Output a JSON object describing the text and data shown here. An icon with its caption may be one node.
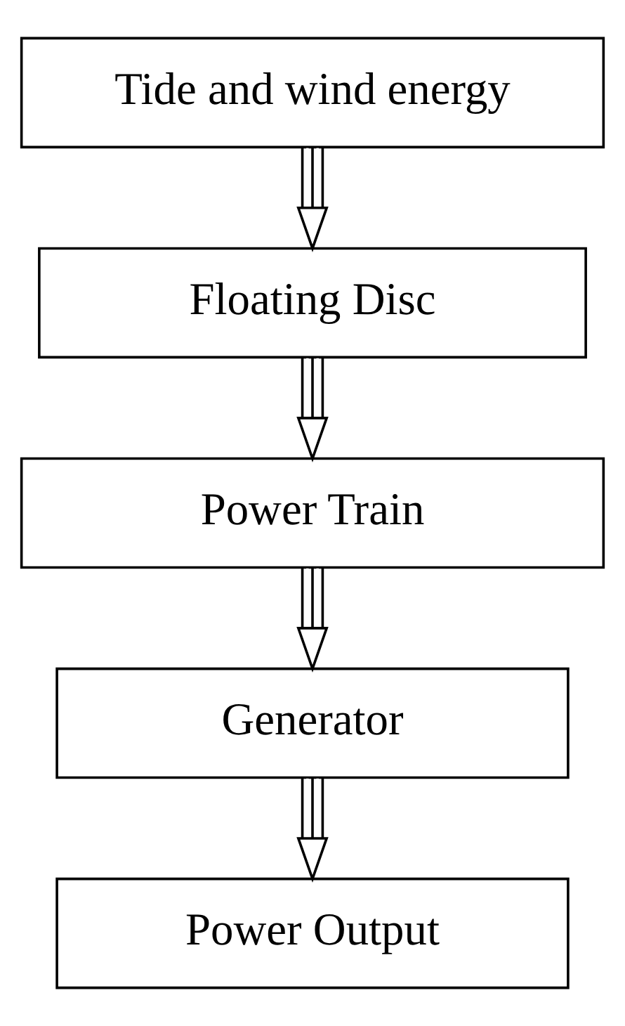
{
  "diagram": {
    "nodes": [
      {
        "text": [
          "Tide and wind energy"
        ]
      },
      {
        "text": [
          "Floating Disc"
        ]
      },
      {
        "text": [
          "Power Train"
        ]
      },
      {
        "text": [
          "Generator"
        ]
      },
      {
        "text": [
          "Power Output"
        ]
      }
    ],
    "edges": [
      {
        "from": 0,
        "to": 1,
        "arrow": "to"
      },
      {
        "from": 1,
        "to": 2,
        "arrow": "to"
      },
      {
        "from": 2,
        "to": 3,
        "arrow": "to"
      },
      {
        "from": 3,
        "to": 4,
        "arrow": "to"
      }
    ]
  }
}
